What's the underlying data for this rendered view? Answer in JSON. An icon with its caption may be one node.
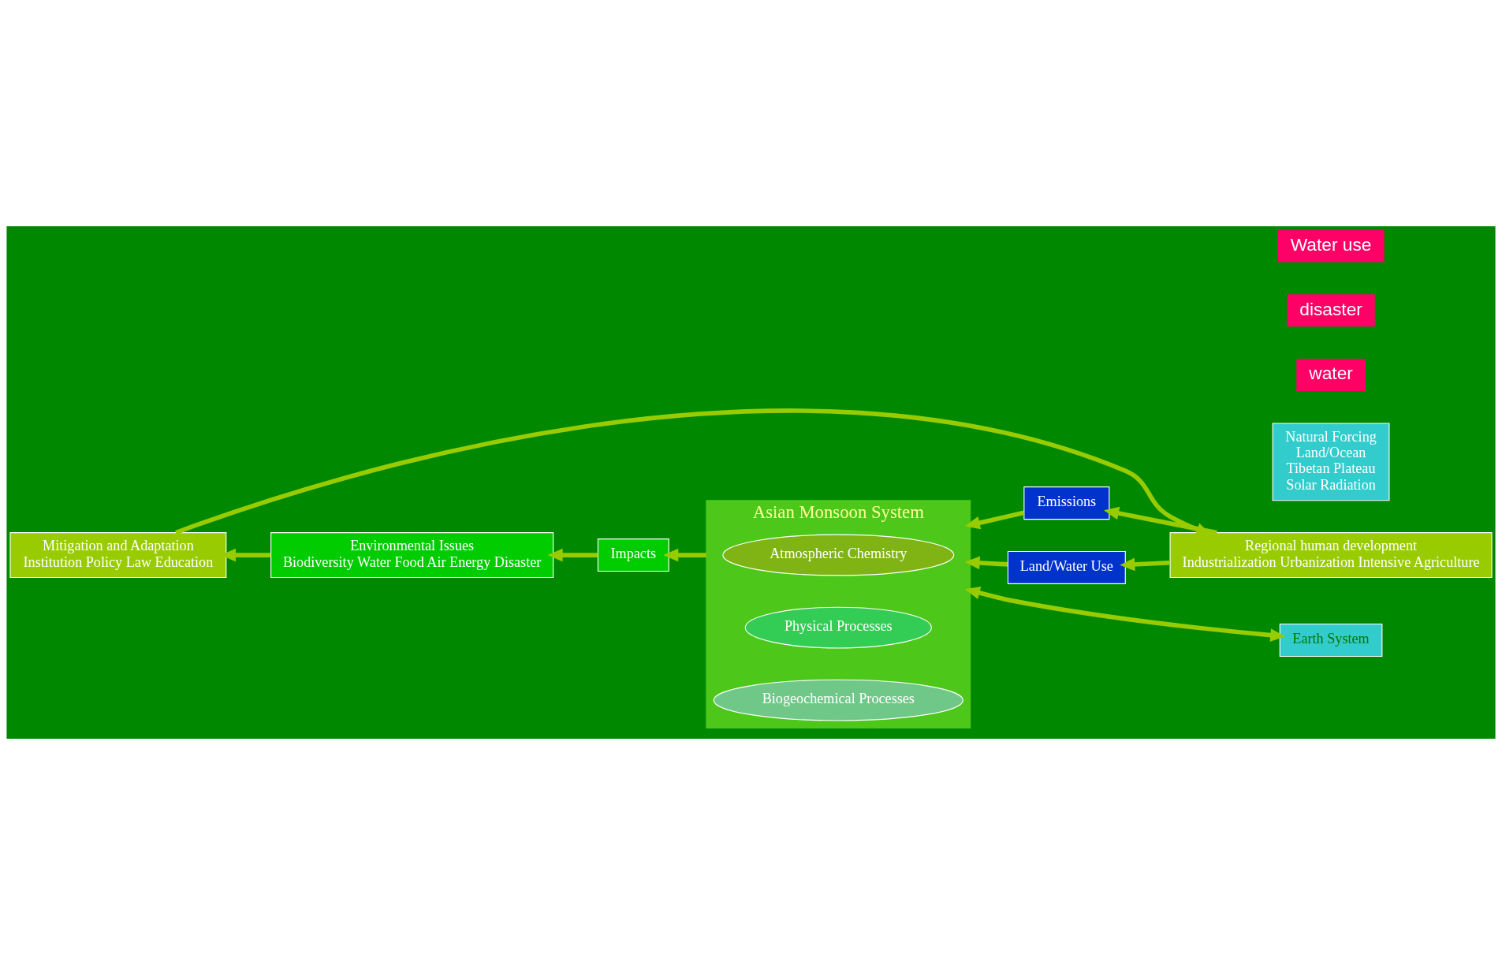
{
  "diagram": {
    "nodes": [
      {
        "text": [
          "Mitigation and Adaptation",
          "Institution Policy Law Education"
        ]
      },
      {
        "text": [
          "Environmental Issues",
          "Biodiversity Water Food Air Energy Disaster"
        ]
      },
      {
        "text": [
          "Impacts"
        ]
      },
      {
        "text": [
          "Asian Monsoon System"
        ]
      },
      {
        "text": [
          "Atmospheric Chemistry"
        ],
        "in": 3
      },
      {
        "text": [
          "Physical Processes"
        ],
        "in": 3
      },
      {
        "text": [
          "Biogeochemical Processes"
        ],
        "in": 3
      },
      {
        "text": [
          "Natural Forcing",
          "Land/Ocean",
          "Tibetan Plateau",
          "Solar Radiation"
        ]
      },
      {
        "text": [
          "Emissions"
        ]
      },
      {
        "text": [
          "Land/Water Use"
        ]
      },
      {
        "text": [
          "Regional human development",
          "Industrialization Urbanization Intensive Agriculture"
        ]
      },
      {
        "text": [
          "Earth System"
        ]
      }
    ],
    "edges": [
      {
        "from": 10,
        "to": 8,
        "arrow": "to"
      },
      {
        "from": 8,
        "to": 3,
        "arrow": "to"
      },
      {
        "from": 10,
        "to": 9,
        "arrow": "to"
      },
      {
        "from": 9,
        "to": 3,
        "arrow": "to"
      },
      {
        "from": 3,
        "to": 2,
        "arrow": "to"
      },
      {
        "from": 2,
        "to": 1,
        "arrow": "to"
      },
      {
        "from": 1,
        "to": 0,
        "arrow": "to"
      },
      {
        "from": 3,
        "to": 11,
        "arrow": "both"
      },
      {
        "from": 0,
        "to": 10,
        "arrow": "to"
      }
    ],
    "labels": [
      "water",
      "disaster",
      "Water use"
    ]
  }
}
